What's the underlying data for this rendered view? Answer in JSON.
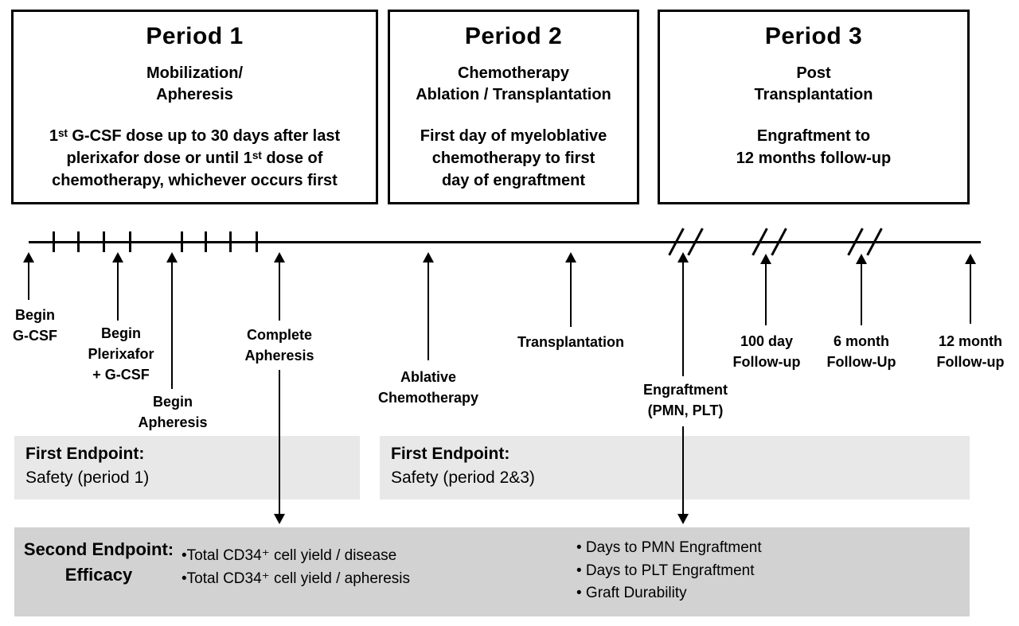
{
  "colors": {
    "ink": "#000000",
    "first_endpoint_bar": "#e8e8e8",
    "second_endpoint_bar": "#d2d2d2",
    "background": "#ffffff"
  },
  "periods": [
    {
      "title": "Period 1",
      "subtitle": "Mobilization/\nApheresis",
      "body": "1ˢᵗ G-CSF dose up to 30 days after last\nplerixafor dose or until 1ˢᵗ dose of\nchemotherapy, whichever occurs first"
    },
    {
      "title": "Period 2",
      "subtitle": "Chemotherapy\nAblation / Transplantation",
      "body": "First day of myeloblative\nchemotherapy  to first\nday of engraftment"
    },
    {
      "title": "Period 3",
      "subtitle": "Post\nTransplantation",
      "body": "Engraftment to\n12 months follow-up"
    }
  ],
  "timeline": {
    "events": {
      "begin_gcsf": "Begin\nG-CSF",
      "begin_plerixafor": "Begin\nPlerixafor\n+ G-CSF",
      "begin_apheresis": "Begin\nApheresis",
      "complete_apheresis": "Complete\nApheresis",
      "ablative_chemo": "Ablative\nChemotherapy",
      "transplantation": "Transplantation",
      "engraftment": "Engraftment\n(PMN, PLT)",
      "followup_100day": "100 day\nFollow-up",
      "followup_6month": "6 month\nFollow-Up",
      "followup_12month": "12 month\nFollow-up"
    }
  },
  "endpoints": {
    "first_period1": {
      "title": "First Endpoint:",
      "subtitle": "Safety (period 1)"
    },
    "first_period23": {
      "title": "First Endpoint:",
      "subtitle": "Safety (period 2&3)"
    },
    "second": {
      "title": "Second Endpoint:",
      "subtitle": "Efficacy",
      "efficacy_items": [
        "•Total CD34⁺  cell yield / disease",
        "•Total CD34⁺  cell yield / apheresis"
      ],
      "engraftment_items": [
        "• Days to PMN Engraftment",
        "• Days to PLT Engraftment",
        "• Graft Durability"
      ]
    }
  }
}
